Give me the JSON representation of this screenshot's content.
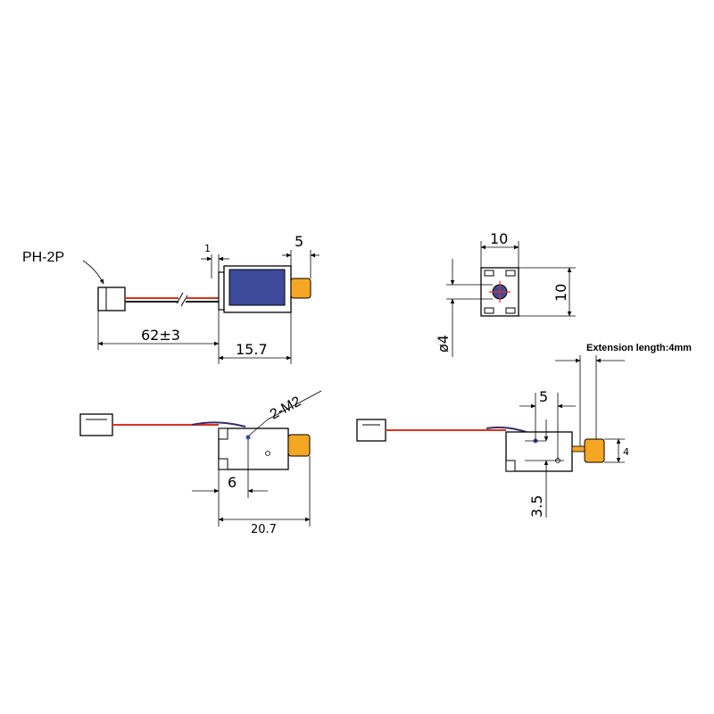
{
  "labels": {
    "connector": "PH-2P",
    "holes": "2-M2",
    "extension": "Extension length:4mm"
  },
  "dims": {
    "top_gap": "1",
    "top_plunger": "5",
    "cable_length": "62±3",
    "body_length": "15.7",
    "end_width": "10",
    "end_height": "10",
    "pin_dia": "ø4",
    "hole_offset": "6",
    "total_length": "20.7",
    "side_hole_spacing": "5",
    "side_hole_height": "3.5",
    "extension_value": "4"
  },
  "colors": {
    "coil": "#3e4a9c",
    "plunger": "#f5a623",
    "wire_red": "#d9361e",
    "wire_dark": "#3a2a6a",
    "cross": "#d9361e"
  }
}
